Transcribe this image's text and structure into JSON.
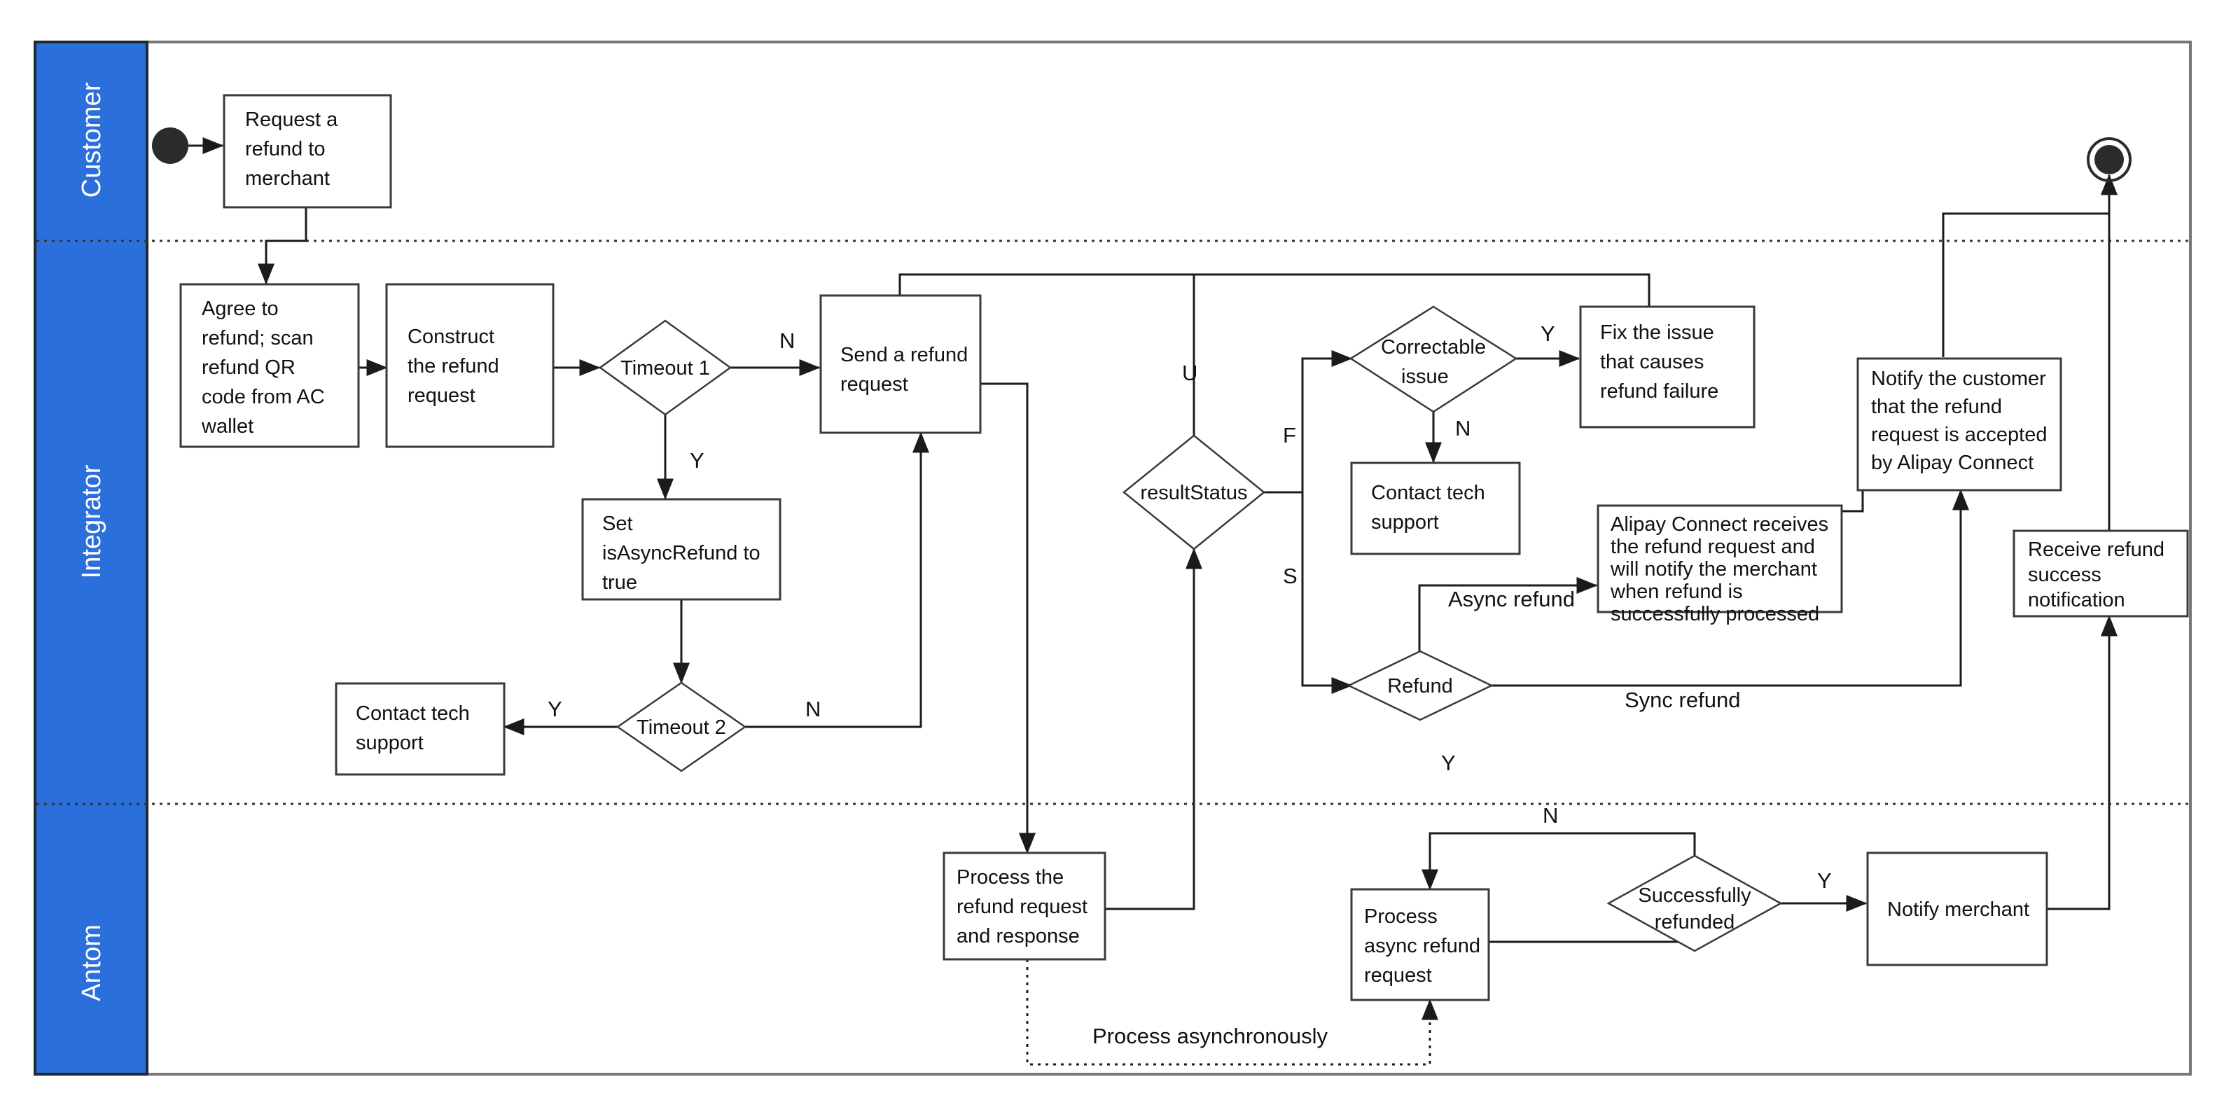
{
  "diagram": {
    "title": "Refund process flow",
    "accent_color": "#2a6fdb",
    "border_color": "#777777",
    "node_stroke_color": "#3a3a3a",
    "lanes": [
      {
        "id": "customer",
        "label": "Customer"
      },
      {
        "id": "integrator",
        "label": "Integrator"
      },
      {
        "id": "antom",
        "label": "Antom"
      }
    ],
    "terminals": [
      {
        "id": "start",
        "name": "start-node",
        "lane": "customer"
      },
      {
        "id": "end",
        "name": "end-node",
        "lane": "customer"
      }
    ],
    "nodes": [
      {
        "id": "n1",
        "lane": "customer",
        "shape": "box",
        "text": "Request a refund to merchant"
      },
      {
        "id": "n2",
        "lane": "integrator",
        "shape": "box",
        "text": "Agree to refund; scan refund QR code from AC wallet"
      },
      {
        "id": "n3",
        "lane": "integrator",
        "shape": "box",
        "text": "Construct the refund request"
      },
      {
        "id": "d1",
        "lane": "integrator",
        "shape": "diamond",
        "text": "Timeout 1"
      },
      {
        "id": "n4",
        "lane": "integrator",
        "shape": "box",
        "text": "Send a refund request"
      },
      {
        "id": "n5",
        "lane": "integrator",
        "shape": "box",
        "text": "Set isAsyncRefund to true"
      },
      {
        "id": "d2",
        "lane": "integrator",
        "shape": "diamond",
        "text": "Timeout 2"
      },
      {
        "id": "n6",
        "lane": "integrator",
        "shape": "box",
        "text": "Contact tech support"
      },
      {
        "id": "d3",
        "lane": "integrator",
        "shape": "diamond",
        "text": "resultStatus"
      },
      {
        "id": "d4",
        "lane": "integrator",
        "shape": "diamond",
        "text": "Correctable issue"
      },
      {
        "id": "n7",
        "lane": "integrator",
        "shape": "box",
        "text": "Fix the issue that causes refund failure"
      },
      {
        "id": "n8",
        "lane": "integrator",
        "shape": "box",
        "text": "Contact tech support"
      },
      {
        "id": "d5",
        "lane": "integrator",
        "shape": "diamond",
        "text": "Refund"
      },
      {
        "id": "n9",
        "lane": "integrator",
        "shape": "box",
        "text": "Alipay Connect receives the refund request and will notify the merchant when refund is successfully processed"
      },
      {
        "id": "n10",
        "lane": "integrator",
        "shape": "box",
        "text": "Notify the customer that the refund request is accepted by Alipay Connect"
      },
      {
        "id": "n11",
        "lane": "integrator",
        "shape": "box",
        "text": "Receive refund success notification"
      },
      {
        "id": "n12",
        "lane": "antom",
        "shape": "box",
        "text": "Process the refund request and response"
      },
      {
        "id": "n13",
        "lane": "antom",
        "shape": "box",
        "text": "Process async refund request"
      },
      {
        "id": "d6",
        "lane": "antom",
        "shape": "diamond",
        "text": "Successfully refunded"
      },
      {
        "id": "n14",
        "lane": "antom",
        "shape": "box",
        "text": "Notify merchant"
      }
    ],
    "edge_labels": [
      {
        "id": "el-timeout1-n",
        "text": "N"
      },
      {
        "id": "el-timeout1-y",
        "text": "Y"
      },
      {
        "id": "el-timeout2-y",
        "text": "Y"
      },
      {
        "id": "el-timeout2-n",
        "text": "N"
      },
      {
        "id": "el-status-u",
        "text": "U"
      },
      {
        "id": "el-status-f",
        "text": "F"
      },
      {
        "id": "el-status-s",
        "text": "S"
      },
      {
        "id": "el-correct-y",
        "text": "Y"
      },
      {
        "id": "el-correct-n",
        "text": "N"
      },
      {
        "id": "el-refund-async",
        "text": "Async refund"
      },
      {
        "id": "el-refund-sync",
        "text": "Sync refund"
      },
      {
        "id": "el-refund-y",
        "text": "Y"
      },
      {
        "id": "el-success-y",
        "text": "Y"
      },
      {
        "id": "el-success-n",
        "text": "N"
      },
      {
        "id": "el-async-note",
        "text": "Process asynchronously"
      }
    ]
  }
}
